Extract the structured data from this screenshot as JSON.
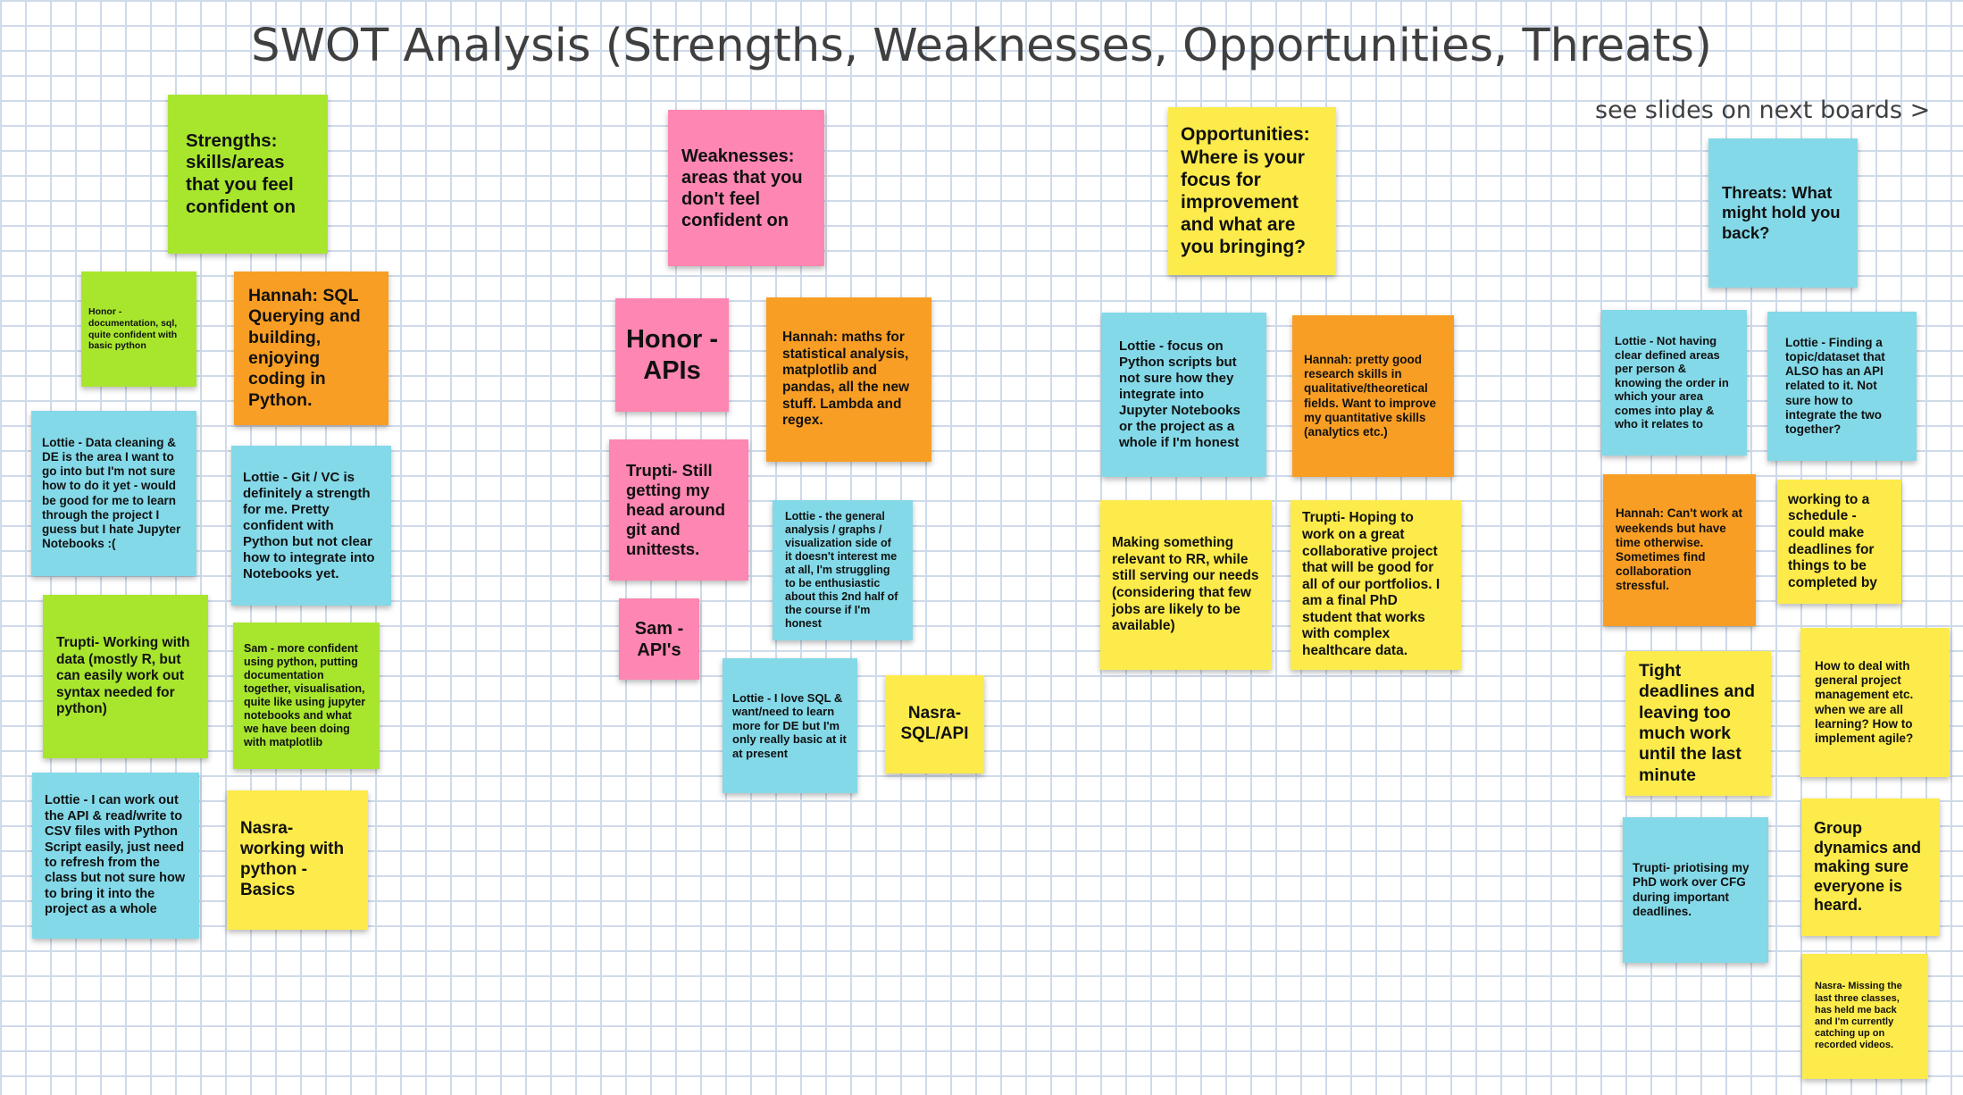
{
  "board": {
    "title": "SWOT Analysis (Strengths, Weaknesses, Opportunities, Threats)",
    "next_link": "see slides on next boards >"
  },
  "strengths": {
    "header": "Strengths: skills/areas that you feel confident on",
    "honor": "Honor - documentation, sql, quite confident with basic python",
    "hannah": "Hannah: SQL Querying and building, enjoying coding in Python.",
    "lottie_data_cleaning": "Lottie - Data cleaning & DE is the area I want to go into but I'm not sure how to do it yet - would be good for me to learn through the project I guess but I hate Jupyter Notebooks :(",
    "lottie_git": "Lottie - Git / VC is definitely a strength for me. Pretty confident with Python but not clear how to integrate into Notebooks yet.",
    "trupti": "Trupti- Working with data (mostly R, but can easily work out syntax needed for python)",
    "sam": "Sam - more confident using python, putting documentation together, visualisation, quite like using jupyter notebooks and what we have been doing with matplotlib",
    "lottie_api": "Lottie - I can work out the API & read/write to CSV files with Python Script easily, just need to refresh from the class but not sure how to bring it into the project as a whole",
    "nasra": "Nasra- working with python - Basics"
  },
  "weaknesses": {
    "header": "Weaknesses: areas that you don't feel confident on",
    "honor": "Honor - APIs",
    "hannah": "Hannah: maths for statistical analysis, matplotlib and pandas, all the new stuff. Lambda and regex.",
    "trupti": "Trupti- Still getting my head around git and unittests.",
    "lottie_general": "Lottie - the general analysis / graphs / visualization side of it doesn't interest me at all, I'm struggling to be enthusiastic about this 2nd half of the course if I'm honest",
    "sam": "Sam - API's",
    "lottie_sql": "Lottie - I love SQL & want/need to learn more for DE but I'm only really basic at it at present",
    "nasra": "Nasra- SQL/API"
  },
  "opportunities": {
    "header": "Opportunities: Where is your focus for improvement and what are you bringing?",
    "lottie": "Lottie - focus on Python scripts but not sure how they integrate into Jupyter Notebooks or the project as a whole if I'm honest",
    "hannah": "Hannah: pretty good research skills in qualitative/theoretical fields. Want to improve my quantitative skills (analytics etc.)",
    "making": "Making something relevant to RR, while still serving our needs (considering that few jobs are likely to be available)",
    "trupti": "Trupti- Hoping to work on a great collaborative project that will be good for all of our portfolios. I am a final PhD student that works with complex healthcare data."
  },
  "threats": {
    "header": "Threats: What might hold you back?",
    "lottie_roles": "Lottie - Not having clear defined areas per person & knowing the order in which your area comes into play & who it relates to",
    "lottie_topic": "Lottie - Finding a topic/dataset that ALSO has an API related to it. Not sure how to integrate the two together?",
    "hannah": "Hannah: Can't work at weekends but have time otherwise. Sometimes find collaboration stressful.",
    "schedule": "working to a schedule - could make deadlines for things to be completed by",
    "tight": "Tight deadlines and leaving too much work until the last minute",
    "pm": "How to deal with general project management etc. when we are all learning? How to implement agile?",
    "trupti": "Trupti- priotising my PhD work over CFG during important deadlines.",
    "group": "Group dynamics and making sure everyone is heard.",
    "nasra": "Nasra- Missing the last three classes, has held me back and I'm currently catching up on recorded videos."
  },
  "colors": {
    "green": "#a8e62e",
    "pink": "#fe86b2",
    "yellow": "#fceb4a",
    "cyan": "#83d9e8",
    "orange": "#f99e24",
    "grid": "#cfdaea"
  }
}
